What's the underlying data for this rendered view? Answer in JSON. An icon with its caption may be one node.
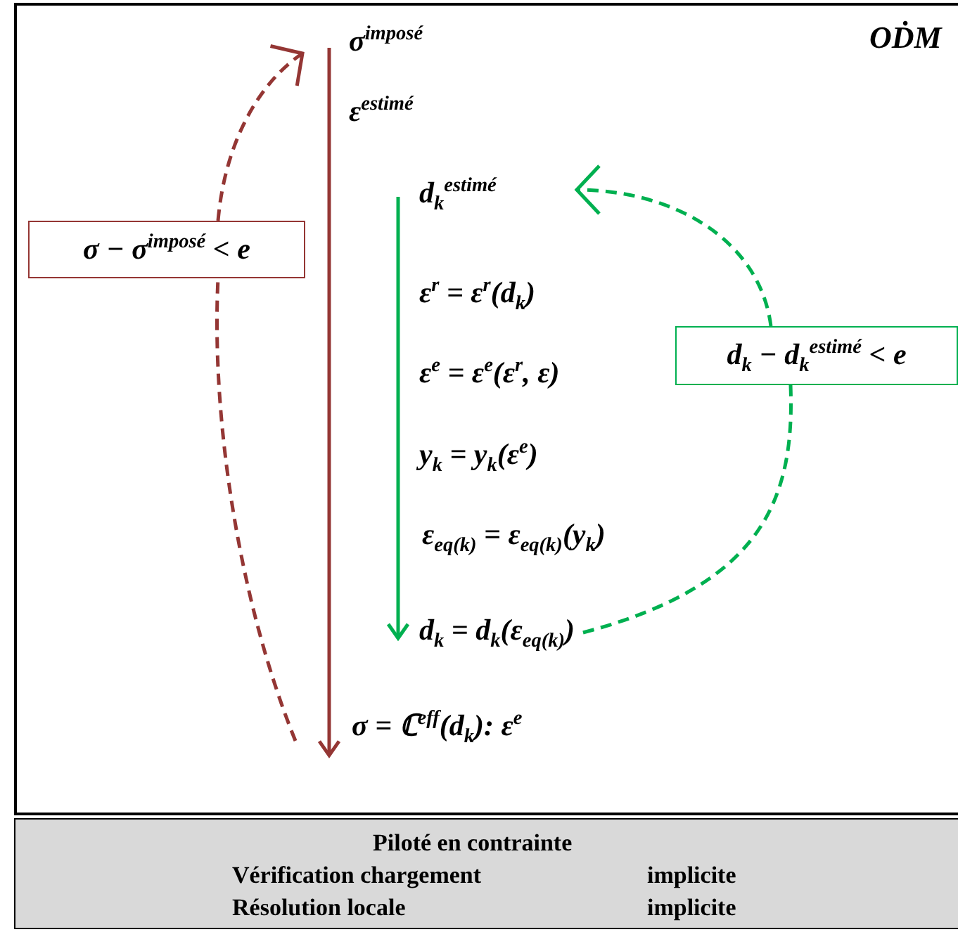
{
  "diagram": {
    "nodes": [
      {
        "text": [
          "σ$^{imposé}$"
        ]
      },
      {
        "text": [
          "ε$^{estimé}$"
        ]
      },
      {
        "text": [
          "d$_{k}$$^{estimé}$"
        ]
      },
      {
        "text": [
          "ε$^{r}$ = ε$^{r}$(d$_{k}$)"
        ]
      },
      {
        "text": [
          "ε$^{e}$ = ε$^{e}$(ε$^{r}$, ε)"
        ]
      },
      {
        "text": [
          "y$_{k}$ = y$_{k}$(ε$^{e}$)"
        ]
      },
      {
        "text": [
          "ε$_{eq(k)}$ = ε$_{eq(k)}$(y$_{k}$)"
        ]
      },
      {
        "text": [
          "d$_{k}$ = d$_{k}$(ε$_{eq(k)}$)"
        ]
      },
      {
        "text": [
          "σ = ℂ$^{eff}$(d$_{k}$): ε$^{e}$"
        ]
      },
      {
        "text": [
          "σ − σ$^{imposé}$ < e"
        ]
      },
      {
        "text": [
          "d$_{k}$ − d$_{k}$$^{estimé}$ < e"
        ]
      }
    ],
    "edges": [
      {
        "from": 0,
        "to": 8,
        "arrow": "to",
        "color": "#943634"
      },
      {
        "from": 2,
        "to": 7,
        "arrow": "to",
        "color": "#00b050"
      },
      {
        "from": 8,
        "to": 9,
        "arrow": "none",
        "style": "dashed",
        "color": "#943634"
      },
      {
        "from": 9,
        "to": 0,
        "arrow": "to",
        "style": "dashed",
        "color": "#943634"
      },
      {
        "from": 7,
        "to": 10,
        "arrow": "none",
        "style": "dashed",
        "color": "#00b050"
      },
      {
        "from": 10,
        "to": 2,
        "arrow": "to",
        "style": "dashed",
        "color": "#00b050"
      }
    ],
    "labels": [
      "OḊM",
      "Piloté en contrainte",
      "Vérification chargement",
      "implicite",
      "Résolution locale",
      "implicite"
    ]
  }
}
